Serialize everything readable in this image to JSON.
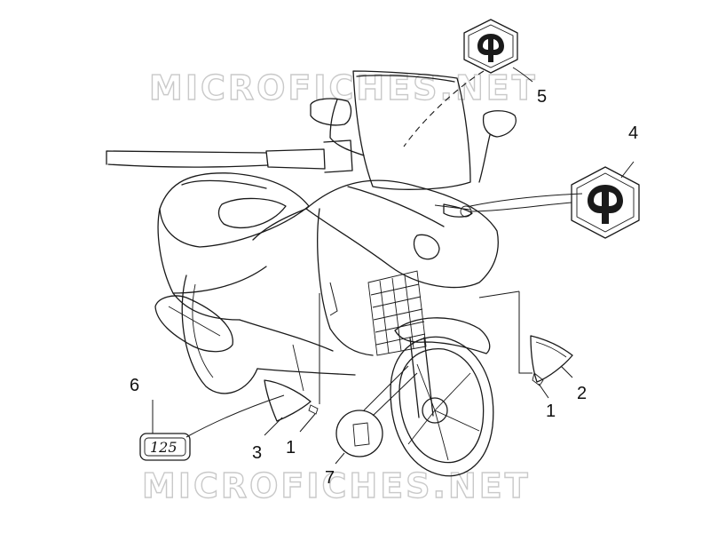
{
  "watermark": {
    "text": "MICROFICHES.NET"
  },
  "callouts": [
    {
      "id": "callout-5",
      "label": "5"
    },
    {
      "id": "callout-4",
      "label": "4"
    },
    {
      "id": "callout-6",
      "label": "6"
    },
    {
      "id": "callout-3",
      "label": "3"
    },
    {
      "id": "callout-1-left",
      "label": "1"
    },
    {
      "id": "callout-7",
      "label": "7"
    },
    {
      "id": "callout-1-right",
      "label": "1"
    },
    {
      "id": "callout-2",
      "label": "2"
    }
  ],
  "badge": {
    "text": "125"
  },
  "colors": {
    "line": "#1a1a1a",
    "watermark": "#c9c9c9",
    "background": "#ffffff"
  }
}
